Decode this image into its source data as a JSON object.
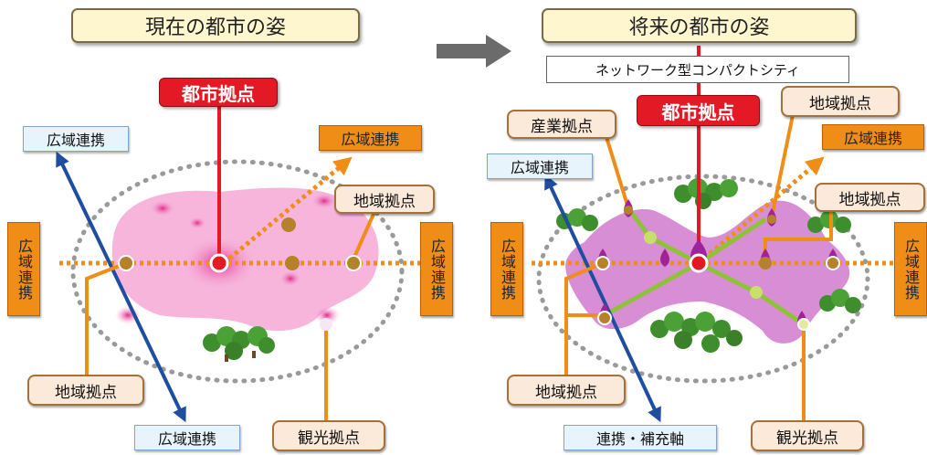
{
  "left": {
    "title": "現在の都市の姿",
    "hub": "都市拠点",
    "broad_top_left": "広域連携",
    "broad_top_right": "広域連携",
    "broad_left_vertical": "広域連携",
    "broad_right_vertical": "広域連携",
    "broad_bottom": "広域連携",
    "region_upper": "地域拠点",
    "region_lower": "地域拠点",
    "tourism": "観光拠点"
  },
  "right": {
    "title": "将来の都市の姿",
    "network": "ネットワーク型コンパクトシティ",
    "hub": "都市拠点",
    "industrial": "産業拠点",
    "region_top": "地域拠点",
    "broad_top_right": "広域連携",
    "broad_top_left": "広域連携",
    "region_mid": "地域拠点",
    "broad_left_vertical": "広域連携",
    "broad_right_vertical": "広域連携",
    "region_lower": "地域拠点",
    "axis": "連携・補充軸",
    "tourism": "観光拠点"
  },
  "colors": {
    "hub_red": "#e31a26",
    "link_orange": "#f08d16",
    "broad_blue": "#1f4ea0",
    "axis_green": "#8fc23a",
    "urban_pink": "#f7b5dc",
    "future_magenta": "#d88ed4",
    "arrow_gray": "#6b6b6b"
  }
}
